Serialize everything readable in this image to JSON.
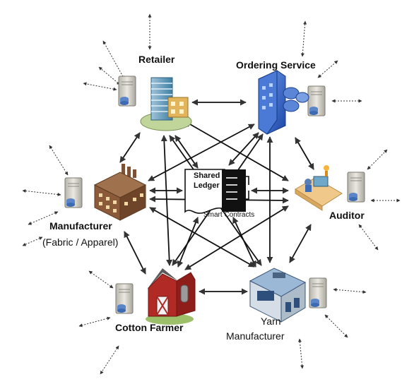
{
  "nodes": {
    "retailer": "Retailer",
    "ordering_service": "Ordering Service",
    "auditor": "Auditor",
    "manufacturer_line1": "Manufacturer",
    "manufacturer_line2": "(Fabric / Apparel)",
    "cotton_farmer": "Cotton Farmer",
    "yarn_line1": "Yarn",
    "yarn_line2": "Manufacturer"
  },
  "ledger": {
    "line1": "Shared",
    "line2": "Ledger",
    "contracts": "Smart Contracts"
  },
  "colors": {
    "arrow": "#111111",
    "dotted": "#333333",
    "server": "#d9d7cf",
    "building_blue": "#3f6fd0",
    "brick": "#8a5a3a",
    "barn_red": "#b22a25"
  }
}
